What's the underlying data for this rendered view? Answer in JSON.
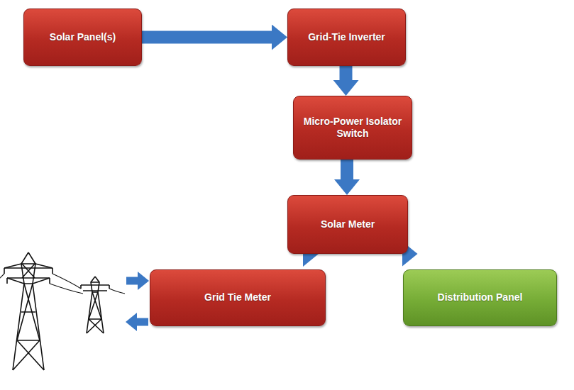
{
  "diagram": {
    "nodes": [
      {
        "text": [
          "Solar Panel(s)"
        ]
      },
      {
        "text": [
          "Grid-Tie Inverter"
        ]
      },
      {
        "text": [
          "Micro-Power Isolator Switch"
        ]
      },
      {
        "text": [
          "Solar Meter"
        ]
      },
      {
        "text": [
          "Grid Tie Meter"
        ]
      },
      {
        "text": [
          "Distribution Panel"
        ]
      }
    ],
    "edges": [
      {
        "from": 0,
        "to": 1,
        "arrow": "to"
      },
      {
        "from": 1,
        "to": 2,
        "arrow": "to"
      },
      {
        "from": 2,
        "to": 3,
        "arrow": "to"
      },
      {
        "from": 3,
        "to": 4,
        "arrow": "to"
      },
      {
        "from": 3,
        "to": 5,
        "arrow": "to"
      }
    ]
  }
}
